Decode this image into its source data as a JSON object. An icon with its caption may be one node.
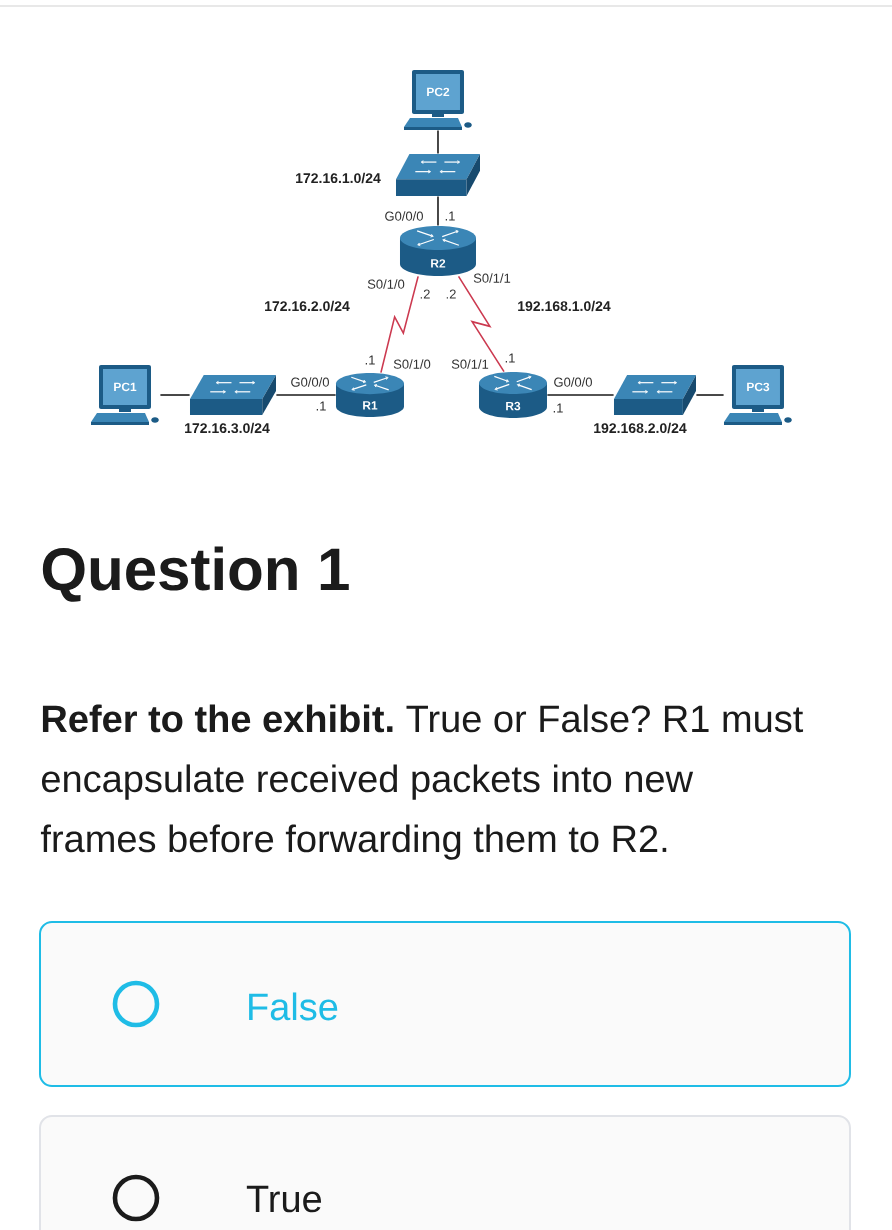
{
  "diagram": {
    "title": "Question 1",
    "nodes": [
      {
        "text": [
          "PC2"
        ]
      },
      {
        "text": [],
        "shape": "box"
      },
      {
        "text": [
          "R2"
        ]
      },
      {
        "text": [
          "PC1"
        ]
      },
      {
        "text": [],
        "shape": "box"
      },
      {
        "text": [
          "R1"
        ]
      },
      {
        "text": [
          "R3"
        ]
      },
      {
        "text": [],
        "shape": "box"
      },
      {
        "text": [
          "PC3"
        ]
      },
      {
        "text": [
          "False"
        ]
      },
      {
        "text": [
          "True"
        ]
      }
    ],
    "edges": [
      {
        "from": 0,
        "to": 1,
        "arrow": "none"
      },
      {
        "from": 1,
        "to": 2,
        "arrow": "none"
      },
      {
        "from": 2,
        "to": 5,
        "arrow": "none",
        "color": "#cc3a50"
      },
      {
        "from": 2,
        "to": 6,
        "arrow": "none",
        "color": "#cc3a50"
      },
      {
        "from": 3,
        "to": 4,
        "arrow": "none"
      },
      {
        "from": 4,
        "to": 5,
        "arrow": "none"
      },
      {
        "from": 6,
        "to": 7,
        "arrow": "none"
      },
      {
        "from": 7,
        "to": 8,
        "arrow": "none"
      }
    ],
    "labels": [
      "172.16.1.0/24",
      "G0/0/0",
      ".1",
      "S0/1/0",
      ".2",
      ".2",
      "S0/1/1",
      "172.16.2.0/24",
      "192.168.1.0/24",
      ".1",
      "S0/1/0",
      "S0/1/1",
      ".1",
      "G0/0/0",
      ".1",
      "G0/0/0",
      ".1",
      "172.16.3.0/24",
      "192.168.2.0/24",
      "**Refer to the exhibit.** True or False? R1 must encapsulate received packets into new frames before forwarding them to R2."
    ]
  }
}
